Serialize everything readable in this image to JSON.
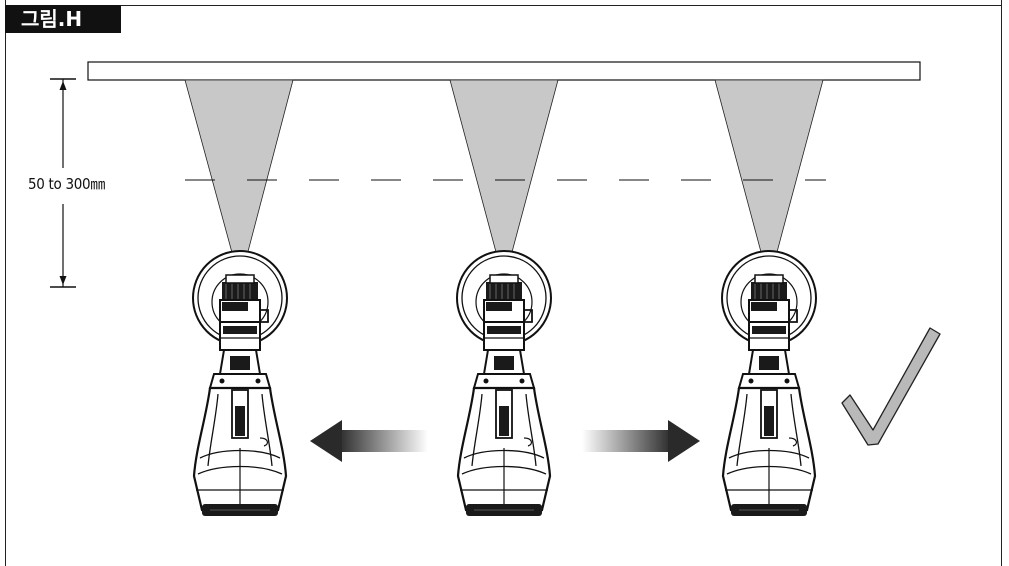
{
  "figure": {
    "title": "그림.H",
    "distance_label": "50 to 300㎜"
  },
  "colors": {
    "spray": "#c8c8c8",
    "ink": "#111111",
    "check": "#b9b9b9"
  },
  "icons": [
    "ceiling-panel",
    "spray-cone",
    "spray-gun",
    "arrow-left",
    "arrow-right",
    "check-mark"
  ]
}
